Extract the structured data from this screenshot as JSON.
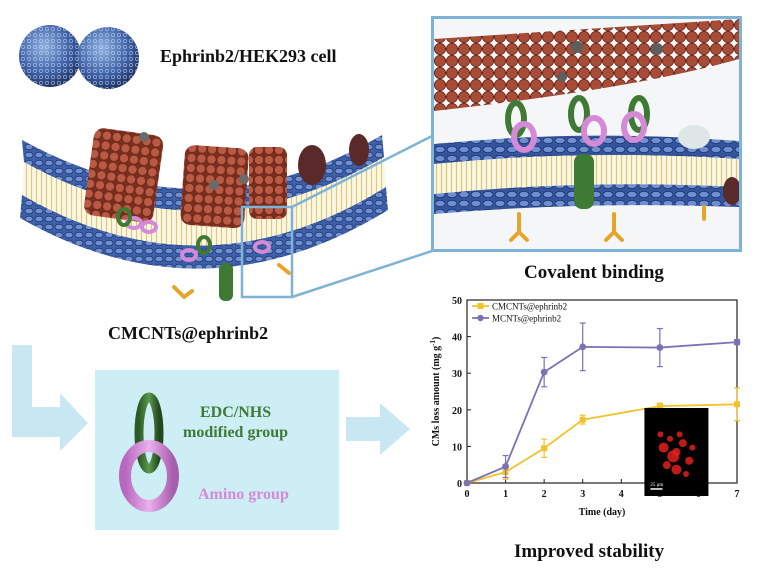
{
  "labels": {
    "cell": "Ephrinb2/HEK293 cell",
    "membrane": "CMCNTs@ephrinb2",
    "zoom": "Covalent binding",
    "edc_line1": "EDC/NHS",
    "edc_line2": "modified group",
    "amino": "Amino group",
    "stability": "Improved  stability"
  },
  "colors": {
    "membrane_blue": "#3d5fa8",
    "lipid_yellow": "#d9c978",
    "cnt_red": "#a34a35",
    "edc_green": "#3f7a35",
    "amino_pink": "#d58ad8",
    "arrow_blue": "#c9e7f2",
    "series_yellow": "#f2c22a",
    "series_purple": "#7a72b5"
  },
  "chart_data": {
    "type": "line",
    "xlabel": "Time (day)",
    "ylabel": "CMs loss amount (mg g",
    "ylabel_sup": "-1",
    "ylabel_end": ")",
    "xlim": [
      0,
      7
    ],
    "ylim": [
      0,
      50
    ],
    "xticks": [
      "0",
      "1",
      "2",
      "3",
      "4",
      "5",
      "6",
      "7"
    ],
    "yticks": [
      "0",
      "10",
      "20",
      "30",
      "40",
      "50"
    ],
    "legend_position": "top-left",
    "inset_scale": "25 μm",
    "series": [
      {
        "name": "CMCNTs@ephrinb2",
        "color": "#f2c22a",
        "marker": "square",
        "x": [
          0,
          1,
          2,
          3,
          5,
          7
        ],
        "y": [
          0,
          3,
          9.5,
          17.3,
          21,
          21.5
        ],
        "err": [
          0,
          2,
          2.5,
          1.2,
          0.8,
          4.5
        ]
      },
      {
        "name": "MCNTs@ephrinb2",
        "color": "#7a72b5",
        "marker": "circle",
        "x": [
          0,
          1,
          2,
          3,
          5,
          7
        ],
        "y": [
          0,
          4.5,
          30.3,
          37.2,
          37,
          38.5
        ],
        "err": [
          0,
          3,
          4,
          6.5,
          5.2,
          0.7
        ]
      }
    ]
  }
}
